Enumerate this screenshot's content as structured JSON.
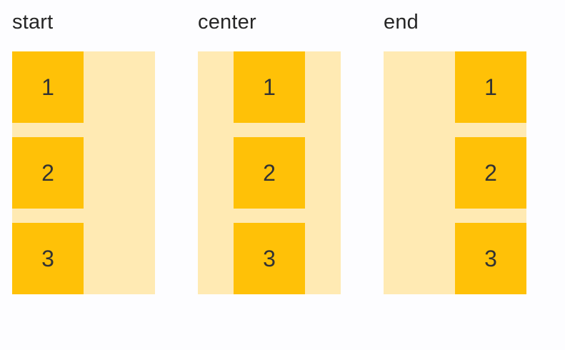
{
  "colors": {
    "page_background": "#fdfdff",
    "container_background": "#ffeab3",
    "item_background": "#ffc107",
    "label_text": "#262626",
    "item_text": "#333333"
  },
  "groups": [
    {
      "label": "start",
      "alignment": "start",
      "items": [
        "1",
        "2",
        "3"
      ]
    },
    {
      "label": "center",
      "alignment": "center",
      "items": [
        "1",
        "2",
        "3"
      ]
    },
    {
      "label": "end",
      "alignment": "end",
      "items": [
        "1",
        "2",
        "3"
      ]
    }
  ]
}
